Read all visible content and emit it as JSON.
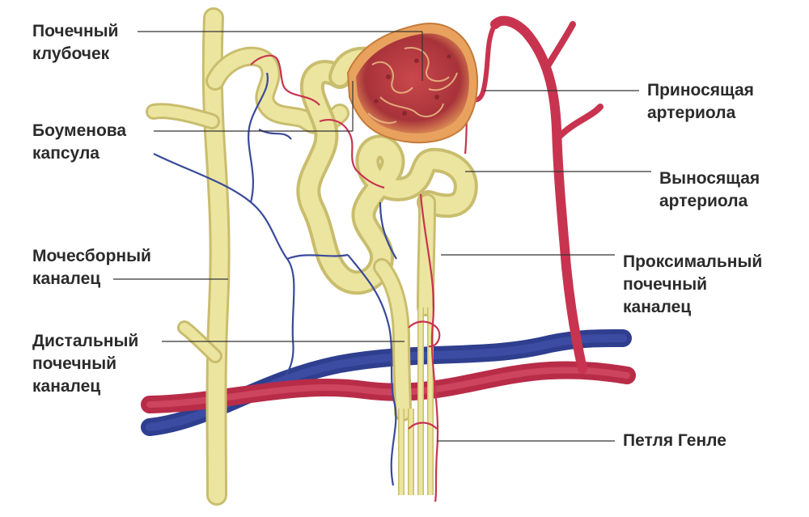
{
  "labels": {
    "glomerulus": [
      "Почечный",
      "клубочек"
    ],
    "bowman_capsule": [
      "Боуменова",
      "капсула"
    ],
    "collecting_duct": [
      "Мочесборный",
      "каналец"
    ],
    "distal_tubule": [
      "Дистальный",
      "почечный",
      "каналец"
    ],
    "afferent_arteriole": [
      "Приносящая",
      "артериола"
    ],
    "efferent_arteriole": [
      "Выносящая",
      "артериола"
    ],
    "proximal_tubule": [
      "Проксимальный",
      "почечный",
      "каналец"
    ],
    "loop_of_henle": [
      "Петля Генле"
    ]
  },
  "colors": {
    "tubule": "#ece5a0",
    "tubule_outline": "#c9bd6e",
    "artery": "#c8344f",
    "vein": "#3a4a9a",
    "glomerulus": "#b53a3e",
    "capsule": "#e8a25e",
    "leader_line": "#333333"
  }
}
